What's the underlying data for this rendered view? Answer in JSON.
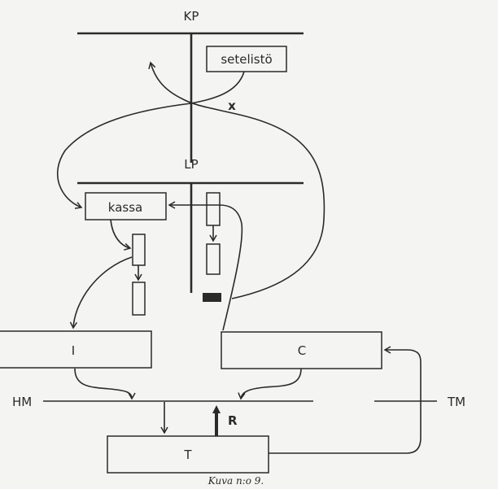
{
  "labels": {
    "kp": "KP",
    "lp": "LP",
    "setelisto": "setelistö",
    "kassa": "kassa",
    "x_mark": "x",
    "i_box": "I",
    "c_box": "C",
    "t_box": "T",
    "hm": "HM",
    "tm": "TM",
    "r": "R"
  },
  "caption": "Kuva n:o 9."
}
